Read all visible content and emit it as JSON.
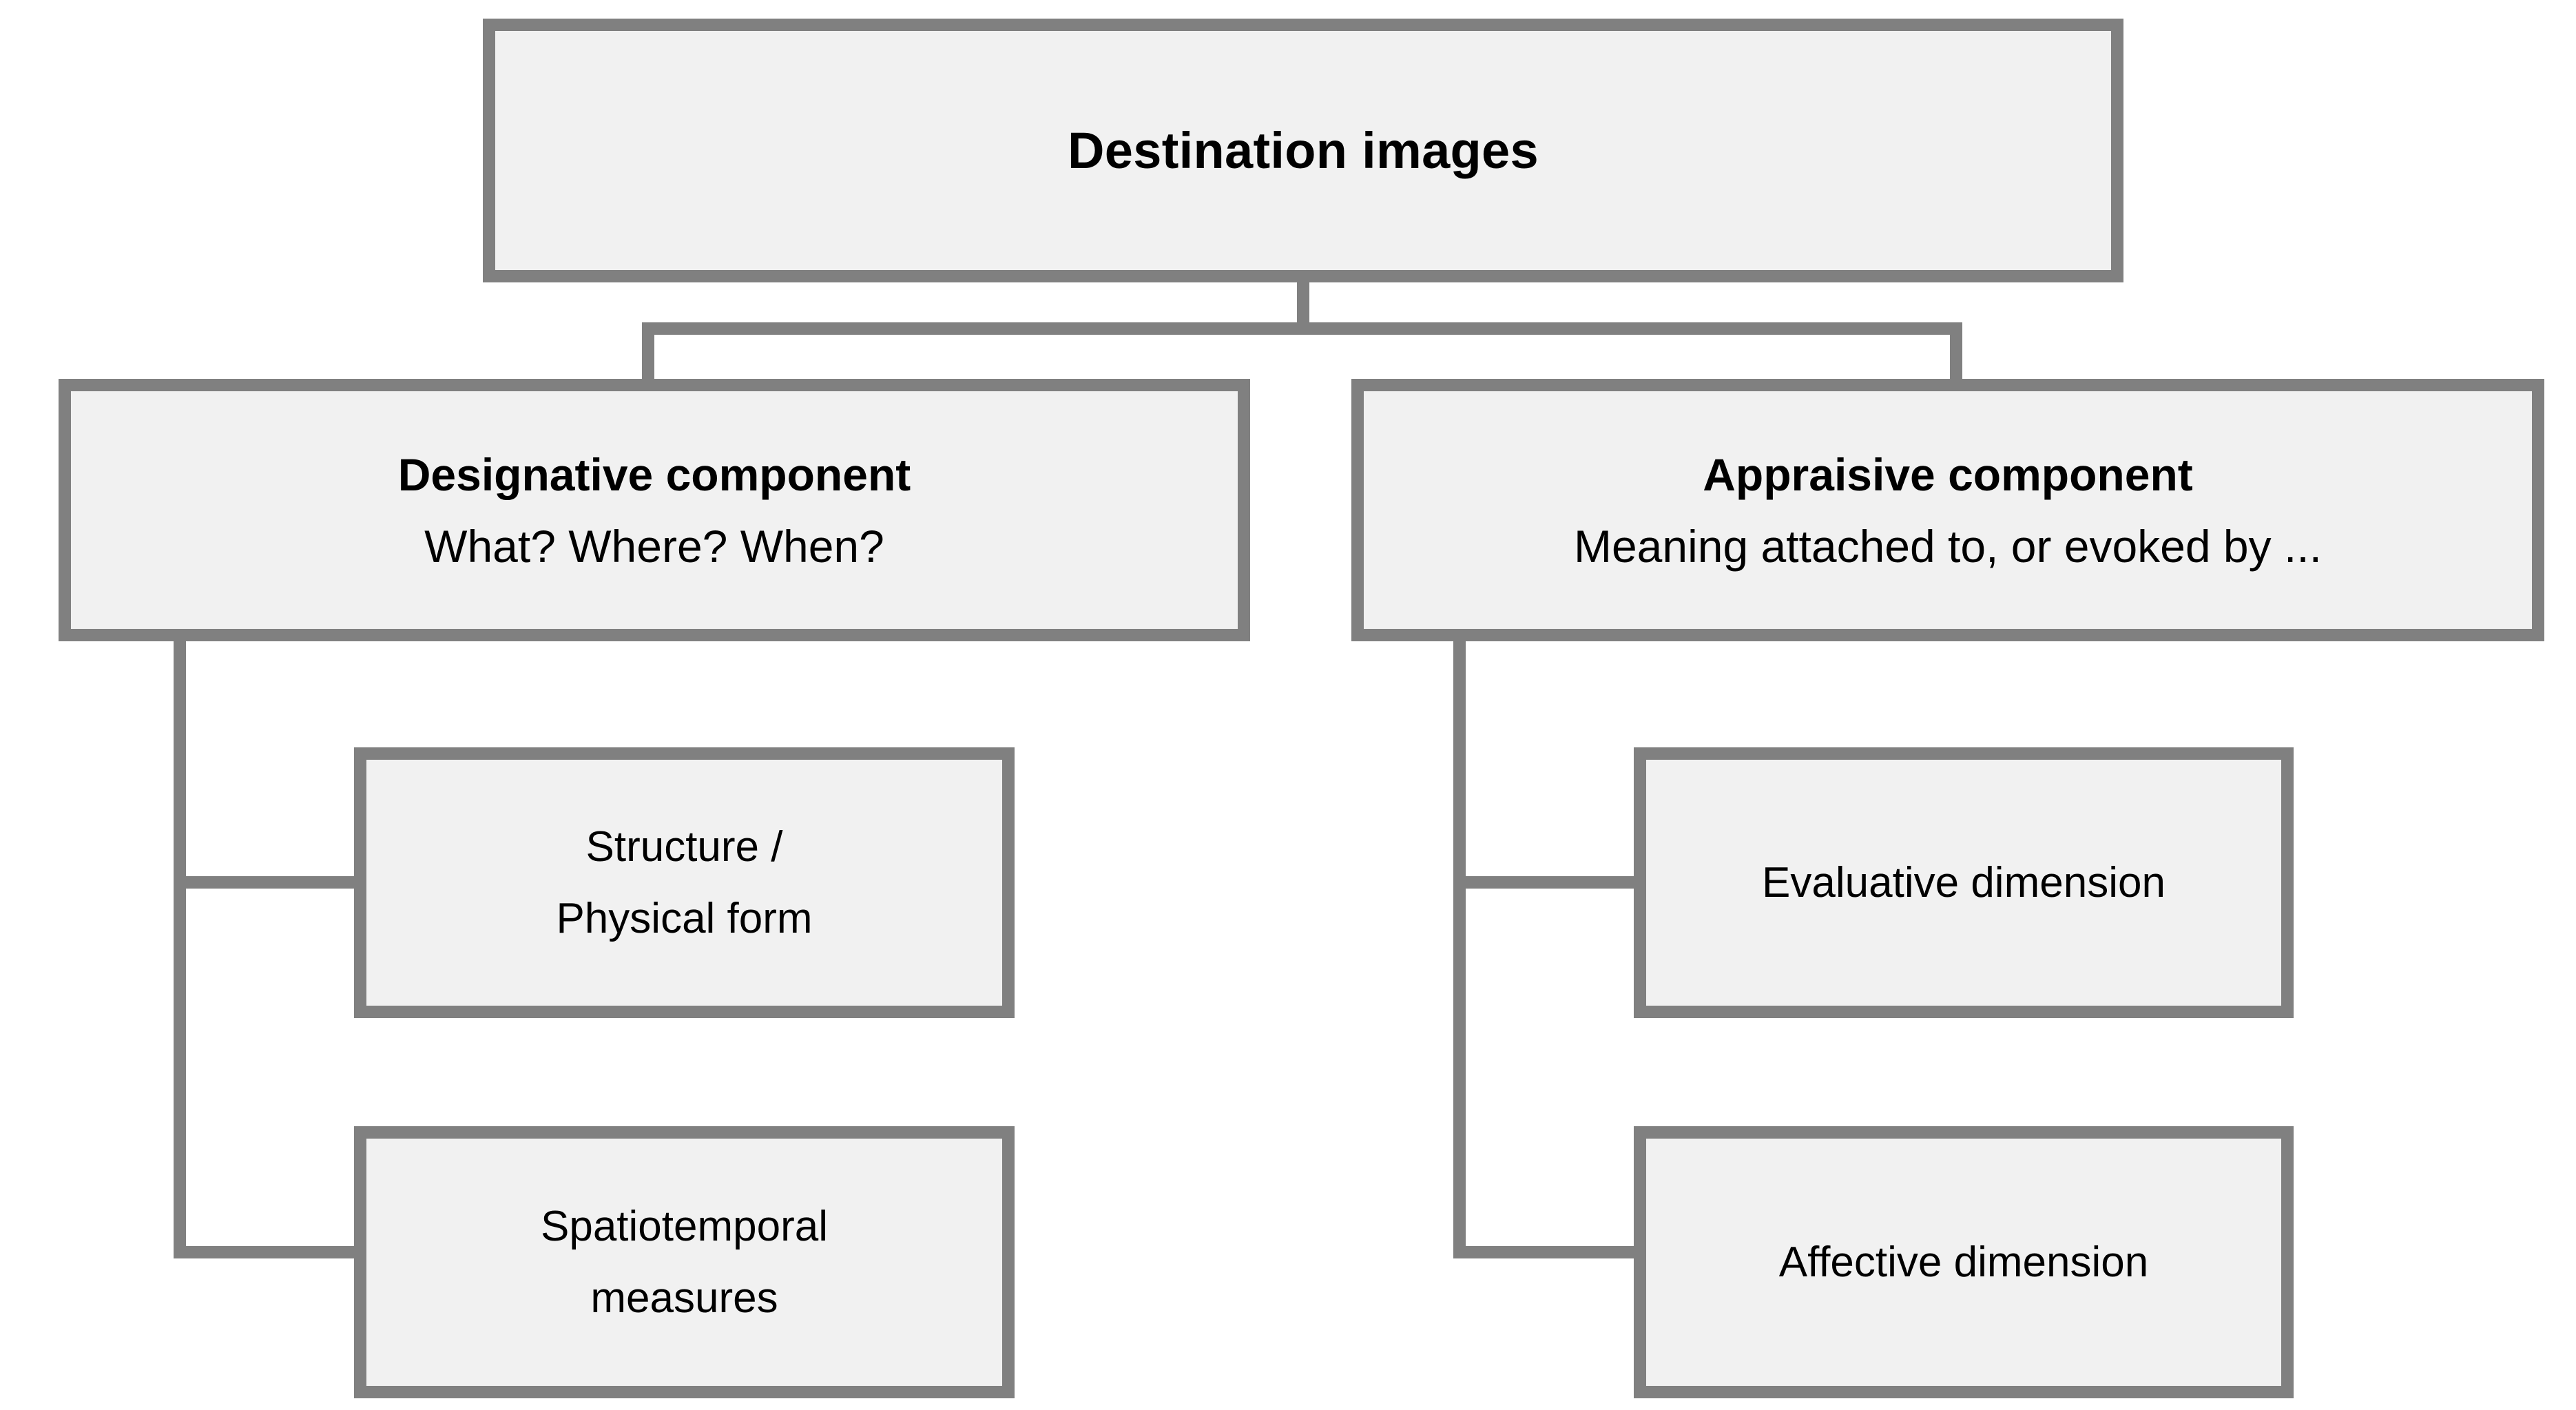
{
  "diagram": {
    "title": "Destination images",
    "type": "hierarchy-tree",
    "colors": {
      "box_fill": "#f1f1f1",
      "box_border": "#808080",
      "connector": "#808080",
      "text": "#000000",
      "background": "#ffffff"
    },
    "root": {
      "id": "destination-images",
      "label": "Destination images",
      "bold": true
    },
    "branches": [
      {
        "id": "designative-component",
        "title": "Designative component",
        "subtitle": "What?  Where?  When?",
        "children": [
          {
            "id": "structure-physical-form",
            "line1": "Structure /",
            "line2": "Physical form"
          },
          {
            "id": "spatiotemporal-measures",
            "line1": "Spatiotemporal",
            "line2": "measures"
          }
        ]
      },
      {
        "id": "appraisive-component",
        "title": "Appraisive component",
        "subtitle": "Meaning attached to, or evoked by ...",
        "children": [
          {
            "id": "evaluative-dimension",
            "line1": "Evaluative dimension",
            "line2": ""
          },
          {
            "id": "affective-dimension",
            "line1": "Affective dimension",
            "line2": ""
          }
        ]
      }
    ]
  }
}
